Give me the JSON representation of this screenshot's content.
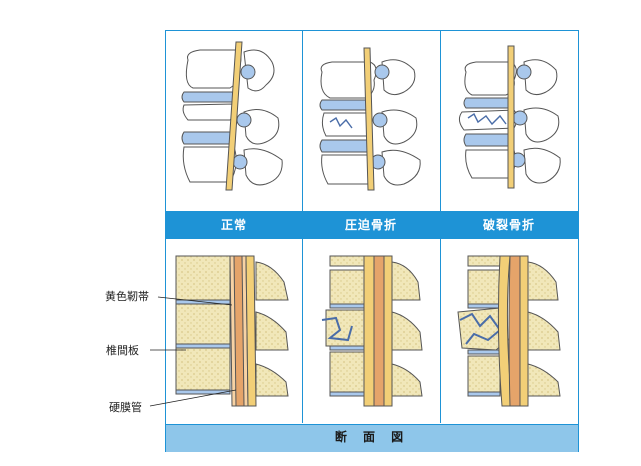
{
  "panels": {
    "normal": "正常",
    "compression": "圧迫骨折",
    "burst": "破裂骨折"
  },
  "footer": "断 面 図",
  "labels": {
    "ligamentum_flavum": "黄色靭帯",
    "intervertebral_disc": "椎間板",
    "dural_sac": "硬膜管"
  },
  "colors": {
    "frame": "#1e93d6",
    "footer_fill": "#8ec6ea",
    "disc_blue": "#a9c8ec",
    "spinal_cord": "#f5b48a",
    "bone_dots": "#f1e7b9",
    "crack": "#4a6da8"
  }
}
